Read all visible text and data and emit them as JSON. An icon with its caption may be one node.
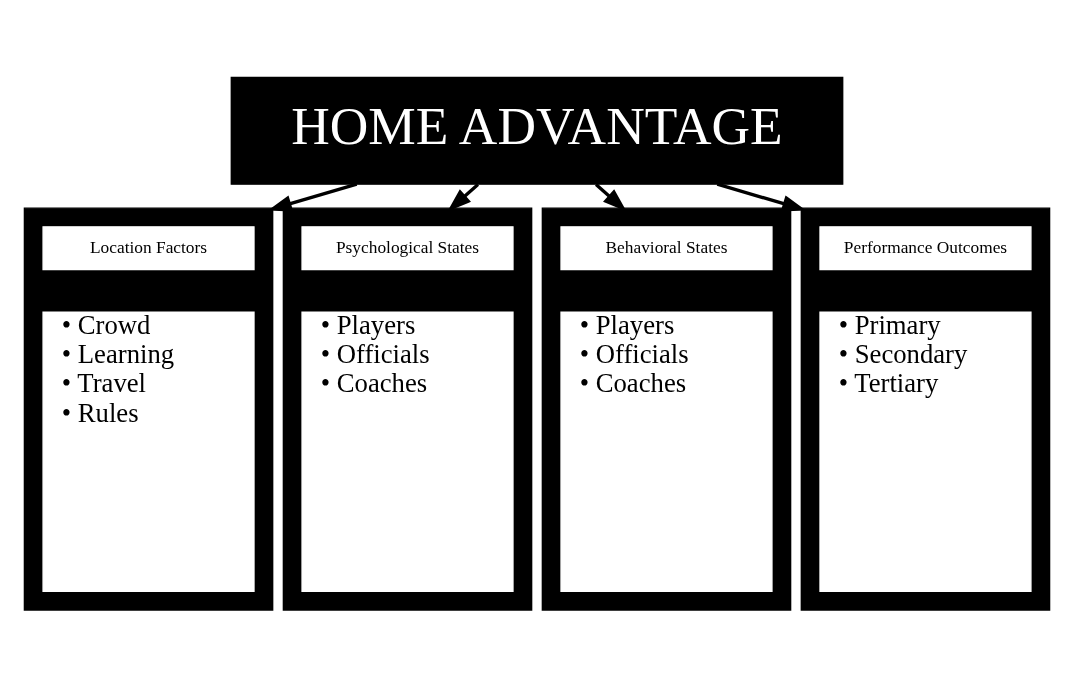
{
  "diagram": {
    "nodes": [
      {
        "text": [
          "HOME ADVANTAGE"
        ]
      },
      {
        "text": [],
        "shape": "box"
      },
      {
        "text": [
          "Location Factors"
        ],
        "in": 1
      },
      {
        "text": [
          "• Crowd",
          "• Learning",
          "• Travel",
          "• Rules"
        ],
        "in": 1
      },
      {
        "text": [],
        "shape": "box"
      },
      {
        "text": [
          "Psychological States"
        ],
        "in": 4
      },
      {
        "text": [
          "• Players",
          "• Officials",
          "• Coaches"
        ],
        "in": 4
      },
      {
        "text": [],
        "shape": "box"
      },
      {
        "text": [
          "Behavioral States"
        ],
        "in": 7
      },
      {
        "text": [
          "• Players",
          "• Officials",
          "• Coaches"
        ],
        "in": 7
      },
      {
        "text": [],
        "shape": "box"
      },
      {
        "text": [
          "Performance Outcomes"
        ],
        "in": 10
      },
      {
        "text": [
          "• Primary",
          "• Secondary",
          "• Tertiary"
        ],
        "in": 10
      }
    ],
    "edges": [
      {
        "from": 0,
        "to": 1,
        "arrow": "to"
      },
      {
        "from": 0,
        "to": 4,
        "arrow": "to"
      },
      {
        "from": 0,
        "to": 7,
        "arrow": "to"
      },
      {
        "from": 0,
        "to": 10,
        "arrow": "to"
      }
    ]
  }
}
